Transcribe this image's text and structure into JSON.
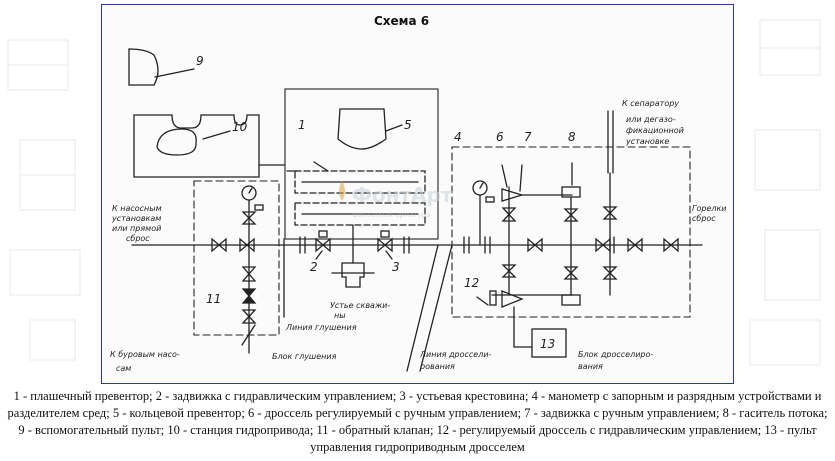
{
  "scheme": {
    "title": "Схема 6",
    "callouts": [
      "1",
      "2",
      "3",
      "4",
      "5",
      "6",
      "7",
      "8",
      "9",
      "10",
      "11",
      "12",
      "13"
    ],
    "notes": {
      "pump_line": [
        "К насосным",
        "установкам",
        "или прямой",
        "сброс"
      ],
      "flare_line": [
        "Горелки",
        "сброс"
      ],
      "separator": [
        "К сепаратору",
        "или дегазо-",
        "фикационной",
        "установке"
      ],
      "wellhead": [
        "Устье скважи-",
        "ны"
      ],
      "kill_line": "Линия глушения",
      "kill_block": "Блок глушения",
      "drill_pumps": [
        "К буровым насо-",
        "сам"
      ],
      "choke_line": [
        "Линия дроссели-",
        "рования"
      ],
      "choke_block": [
        "Блок дросселиро-",
        "вания"
      ]
    },
    "watermark": {
      "brand": "ФонтАрт",
      "sub": "фонтанная арматура"
    }
  },
  "legend": "1 - плашечный превентор; 2 - задвижка с гидравлическим управлением; 3 - устьевая крестовина; 4 - манометр с запорным и разрядным устройствами и разделителем сред; 5 - кольцевой превентор; 6 - дроссель регулируемый с ручным управлением; 7 - задвижка с ручным управлением; 8 - гаситель потока; 9 - вспомогательный пульт; 10 - станция гидропривода; 11 - обратный клапан; 12 - регулируемый дроссель с гидравлическим управлением; 13 - пульт управления гидроприводным дросселем",
  "colors": {
    "frame": "#2b3a8c",
    "ink": "#222222",
    "watermark": "#c9d2dc",
    "logo": "#d9a441"
  }
}
